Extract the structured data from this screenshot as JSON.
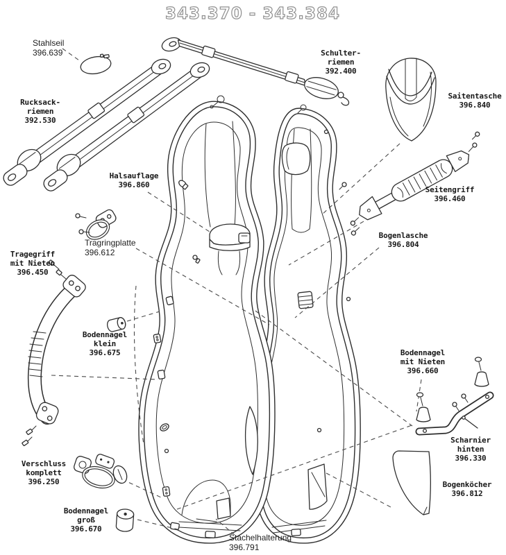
{
  "title": "343.370 - 343.384",
  "colors": {
    "line": "#2e2e2e",
    "background": "#ffffff",
    "title_outline": "#8f8f8f",
    "label_text": "#1b1b1b"
  },
  "parts": {
    "stahlseil": {
      "name": "Stahlseil",
      "number": "396.639",
      "label": "Stahlseil\n396.639"
    },
    "rucksackriemen": {
      "name": "Rucksackriemen",
      "number": "392.530",
      "label": "Rucksack-\nriemen\n392.530"
    },
    "schulterriemen": {
      "name": "Schulterriemen",
      "number": "392.400",
      "label": "Schulter-\nriemen\n392.400"
    },
    "saitentasche": {
      "name": "Saitentasche",
      "number": "396.840",
      "label": "Saitentasche\n396.840"
    },
    "halsauflage": {
      "name": "Halsauflage",
      "number": "396.860",
      "label": "Halsauflage\n396.860"
    },
    "tragringplatte": {
      "name": "Tragringplatte",
      "number": "396.612",
      "label": "Tragringplatte\n396.612"
    },
    "seitengriff": {
      "name": "Seitengriff",
      "number": "396.460",
      "label": "Seitengriff\n396.460"
    },
    "bogenlasche": {
      "name": "Bogenlasche",
      "number": "396.804",
      "label": "Bogenlasche\n396.804"
    },
    "tragegriff": {
      "name": "Tragegriff mit Nieten",
      "number": "396.450",
      "label": "Tragegriff\nmit Nieten\n396.450"
    },
    "bodennagel_klein": {
      "name": "Bodennagel klein",
      "number": "396.675",
      "label": "Bodennagel\nklein\n396.675"
    },
    "bodennagel_nieten": {
      "name": "Bodennagel mit Nieten",
      "number": "396.660",
      "label": "Bodennagel\nmit Nieten\n396.660"
    },
    "scharnier_hinten": {
      "name": "Scharnier hinten",
      "number": "396.330",
      "label": "Scharnier hinten\n396.330"
    },
    "verschluss": {
      "name": "Verschluss komplett",
      "number": "396.250",
      "label": "Verschluss\nkomplett\n396.250"
    },
    "bogenkoecher": {
      "name": "Bogenköcher",
      "number": "396.812",
      "label": "Bogenköcher\n396.812"
    },
    "bodennagel_gross": {
      "name": "Bodennagel groß",
      "number": "396.670",
      "label": "Bodennagel\ngroß\n396.670"
    },
    "stachelhalterung": {
      "name": "Stachelhalterung",
      "number": "396.791",
      "label": "Stachelhalterung\n396.791"
    }
  }
}
